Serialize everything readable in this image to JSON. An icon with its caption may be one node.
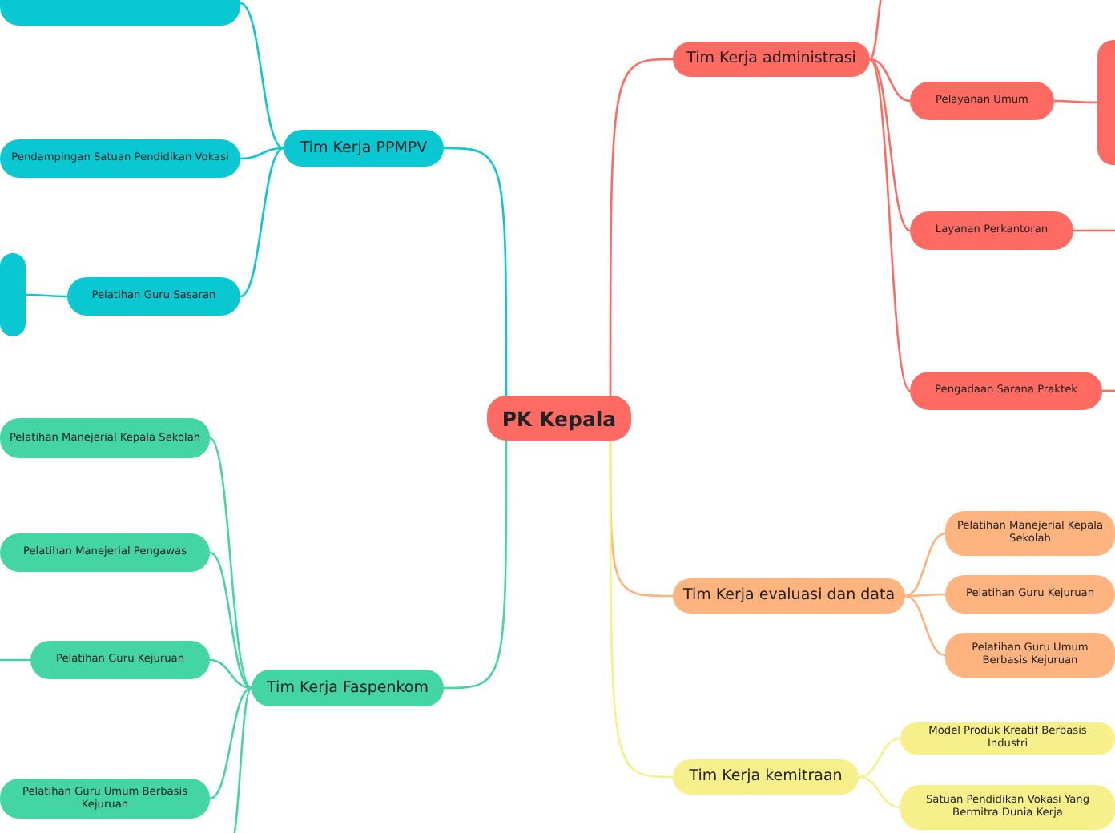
{
  "diagram": {
    "nodes": [
      {
        "text": [
          "PK Kepala"
        ]
      },
      {
        "text": [
          "Tim Kerja PPMPV"
        ]
      },
      {
        "text": [],
        "shape": "box"
      },
      {
        "text": [
          "Pendampingan Satuan Pendidikan Vokasi"
        ]
      },
      {
        "text": [
          "Pelatihan Guru Sasaran"
        ]
      },
      {
        "text": [],
        "shape": "box"
      },
      {
        "text": [
          "Tim Kerja Faspenkom"
        ]
      },
      {
        "text": [
          "Pelatihan Manejerial Kepala Sekolah"
        ]
      },
      {
        "text": [
          "Pelatihan Manejerial Pengawas"
        ]
      },
      {
        "text": [
          "Pelatihan Guru Kejuruan"
        ]
      },
      {
        "text": [
          "Pelatihan Guru Umum Berbasis Kejuruan"
        ]
      },
      {
        "text": [
          "Tim Kerja administrasi"
        ]
      },
      {
        "text": [
          "Pelayanan Umum"
        ]
      },
      {
        "text": [],
        "shape": "box"
      },
      {
        "text": [
          "Layanan Perkantoran"
        ]
      },
      {
        "text": [
          "Pengadaan Sarana Praktek"
        ]
      },
      {
        "text": [
          "Tim Kerja evaluasi dan data"
        ]
      },
      {
        "text": [
          "Pelatihan Manejerial Kepala Sekolah"
        ]
      },
      {
        "text": [
          "Pelatihan Guru Kejuruan"
        ]
      },
      {
        "text": [
          "Pelatihan Guru Umum Berbasis Kejuruan"
        ]
      },
      {
        "text": [
          "Tim Kerja kemitraan"
        ]
      },
      {
        "text": [
          "Model Produk Kreatif Berbasis Industri"
        ]
      },
      {
        "text": [
          "Satuan Pendidikan Vokasi Yang Bermitra Dunia Kerja"
        ]
      }
    ],
    "edges": [
      {
        "from": 0,
        "to": 1,
        "arrow": "none",
        "color": "#0ac8d2"
      },
      {
        "from": 0,
        "to": 6,
        "arrow": "none",
        "color": "#43d6a4"
      },
      {
        "from": 0,
        "to": 11,
        "arrow": "none"
      },
      {
        "from": 0,
        "to": 16,
        "arrow": "none",
        "color": "#ffb37e"
      },
      {
        "from": 0,
        "to": 20,
        "arrow": "none",
        "color": "#f7f08a"
      },
      {
        "from": 1,
        "to": 2,
        "arrow": "none",
        "color": "#0ac8d2"
      },
      {
        "from": 1,
        "to": 3,
        "arrow": "none",
        "color": "#0ac8d2"
      },
      {
        "from": 1,
        "to": 4,
        "arrow": "none",
        "color": "#0ac8d2"
      },
      {
        "from": 4,
        "to": 5,
        "arrow": "none",
        "color": "#0ac8d2"
      },
      {
        "from": 6,
        "to": 7,
        "arrow": "none",
        "color": "#43d6a4"
      },
      {
        "from": 6,
        "to": 8,
        "arrow": "none",
        "color": "#43d6a4"
      },
      {
        "from": 6,
        "to": 9,
        "arrow": "none",
        "color": "#43d6a4"
      },
      {
        "from": 6,
        "to": 10,
        "arrow": "none",
        "color": "#43d6a4"
      },
      {
        "from": 6,
        "to": null,
        "arrow": "none",
        "color": "#43d6a4"
      },
      {
        "from": 9,
        "to": null,
        "arrow": "none",
        "color": "#43d6a4"
      },
      {
        "from": 11,
        "to": null,
        "arrow": "none"
      },
      {
        "from": 11,
        "to": 12,
        "arrow": "none"
      },
      {
        "from": 11,
        "to": 14,
        "arrow": "none"
      },
      {
        "from": 11,
        "to": 15,
        "arrow": "none"
      },
      {
        "from": 12,
        "to": 13,
        "arrow": "none"
      },
      {
        "from": 14,
        "to": null,
        "arrow": "none"
      },
      {
        "from": 15,
        "to": null,
        "arrow": "none"
      },
      {
        "from": 16,
        "to": 17,
        "arrow": "none",
        "color": "#ffb37e"
      },
      {
        "from": 16,
        "to": 18,
        "arrow": "none",
        "color": "#ffb37e"
      },
      {
        "from": 16,
        "to": 19,
        "arrow": "none",
        "color": "#ffb37e"
      },
      {
        "from": 20,
        "to": 21,
        "arrow": "none",
        "color": "#f7f08a"
      },
      {
        "from": 20,
        "to": 22,
        "arrow": "none",
        "color": "#f7f08a"
      }
    ]
  }
}
